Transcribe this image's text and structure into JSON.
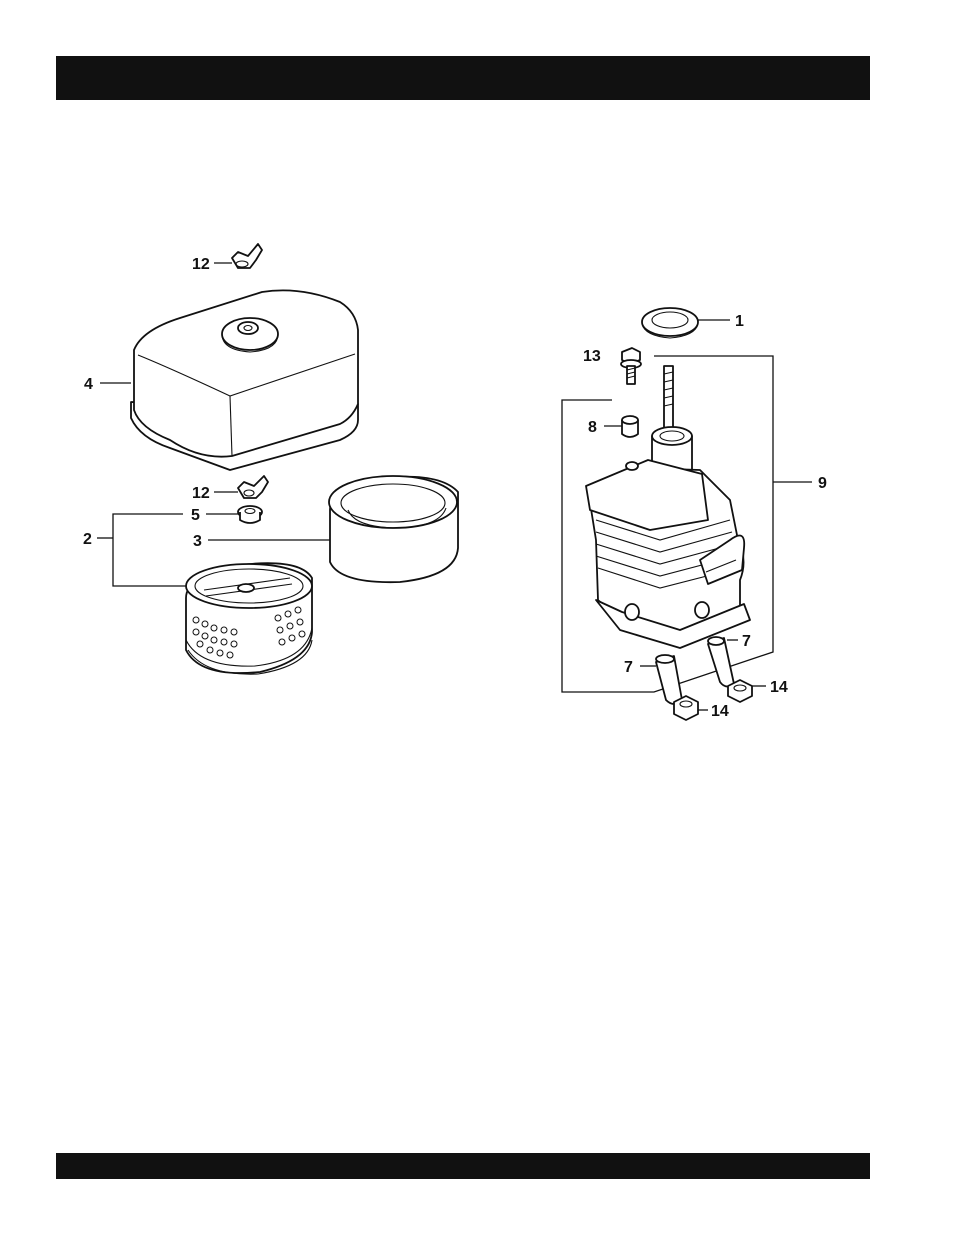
{
  "header_bar": {
    "text": ""
  },
  "footer_bar": {
    "text": ""
  },
  "callouts": {
    "left": {
      "c12_top": "12",
      "c4": "4",
      "c12_mid": "12",
      "c5": "5",
      "c2": "2",
      "c3": "3"
    },
    "right": {
      "c1": "1",
      "c13": "13",
      "c8": "8",
      "c9": "9",
      "c7_right": "7",
      "c7_left": "7",
      "c14_right": "14",
      "c14_left": "14"
    }
  }
}
